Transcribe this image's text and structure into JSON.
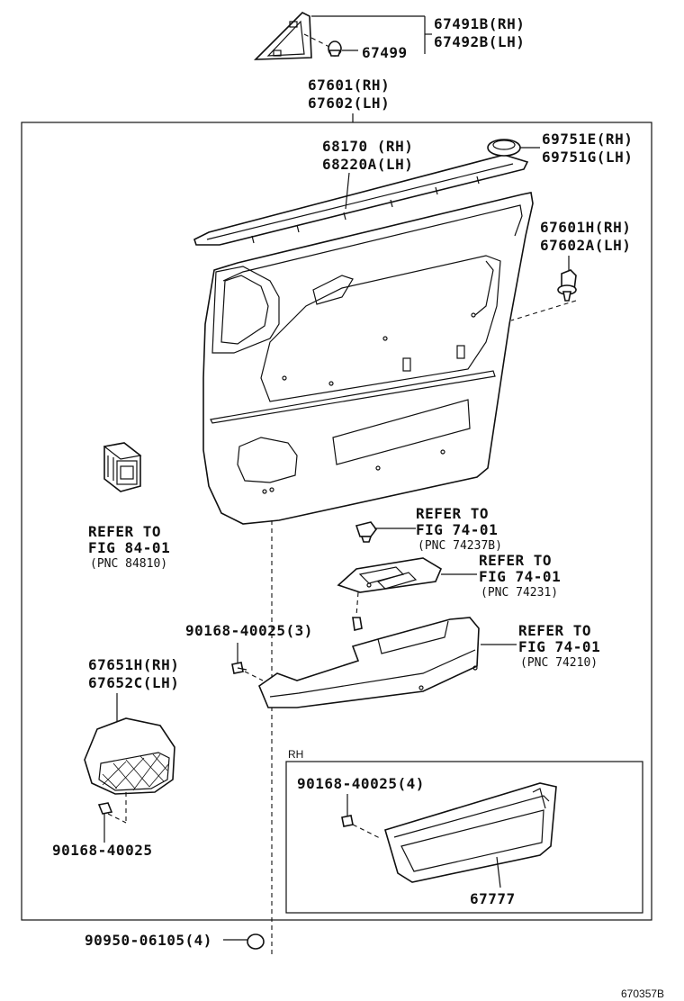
{
  "labels": {
    "p67491b": "67491B(RH)",
    "p67492b": "67492B(LH)",
    "p67499": "67499",
    "p67601": "67601(RH)",
    "p67602": "67602(LH)",
    "p68170": "68170 (RH)",
    "p68220a": "68220A(LH)",
    "p69751e": "69751E(RH)",
    "p69751g": "69751G(LH)",
    "p67601h": "67601H(RH)",
    "p67602a": "67602A(LH)",
    "ref84_1": "REFER TO",
    "ref84_2": "FIG 84-01",
    "ref84_3": "(PNC 84810)",
    "ref237_1": "REFER TO",
    "ref237_2": "FIG 74-01",
    "ref237_3": "(PNC 74237B)",
    "ref231_1": "REFER TO",
    "ref231_2": "FIG 74-01",
    "ref231_3": "(PNC 74231)",
    "ref210_1": "REFER TO",
    "ref210_2": "FIG 74-01",
    "ref210_3": "(PNC 74210)",
    "screw3": "90168-40025(3)",
    "p67651h": "67651H(RH)",
    "p67652c": "67652C(LH)",
    "screw1": "90168-40025",
    "rh_tag": "RH",
    "screw4": "90168-40025(4)",
    "p67777": "67777",
    "clip": "90950-06105(4)",
    "fig_no": "670357B"
  }
}
